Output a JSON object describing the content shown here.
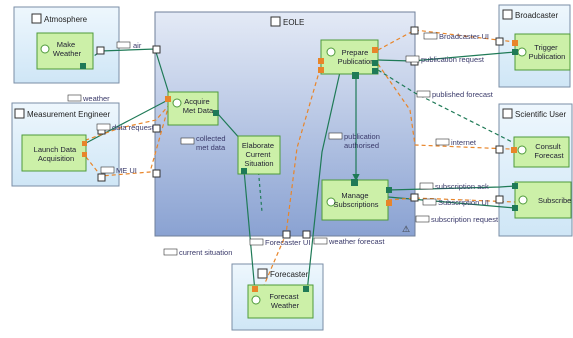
{
  "containers": {
    "atmosphere": "Atmosphere",
    "measurement_engineer": "Measurement Engineer",
    "eole": "EOLE",
    "broadcaster": "Broadcaster",
    "scientific_user": "Scientific User",
    "forecaster": "Forecaster"
  },
  "functions": {
    "make_weather": [
      "Make",
      "Weather"
    ],
    "launch_data_acquisition": [
      "Launch Data",
      "Acquisition"
    ],
    "acquire_met_data": [
      "Acquire",
      "Met Data"
    ],
    "elaborate_current_situation": [
      "Elaborate",
      "Current",
      "Situation"
    ],
    "prepare_publication": [
      "Prepare",
      "Publication"
    ],
    "manage_subscriptions": [
      "Manage",
      "Subscriptions"
    ],
    "trigger_publication": [
      "Trigger",
      "Publication"
    ],
    "consult_forecast": [
      "Consult",
      "Forecast"
    ],
    "subscribe": "Subscribe",
    "forecast_weather": [
      "Forecast",
      "Weather"
    ]
  },
  "exchanges": {
    "air": "air",
    "weather": "weather",
    "data_request": "data request",
    "me_ui": "ME UI",
    "collected_met_data": [
      "collected",
      "met data"
    ],
    "broadcaster_ui": "Broadcaster UI",
    "publication_request": "publication request",
    "published_forecast": "published forecast",
    "publication_authorised": [
      "publication",
      "authorised"
    ],
    "internet": "internet",
    "subscription_ack": "subscription ack",
    "subscription_ui": "Subscription UI",
    "subscription_request": "subscription request",
    "forecaster_ui": "Forecaster UI",
    "weather_forecast": "weather forecast",
    "current_situation": "current situation"
  },
  "colors": {
    "function_fill": "#ccf0a8",
    "function_border": "#4e9a3a",
    "actor_fill": "#dff0fb",
    "actor_border": "#7a8ea6",
    "system_top": "#e4eaf6",
    "system_bottom": "#8aa2d2",
    "flow_green": "#1f7a57",
    "flow_orange": "#e8852a",
    "exchange_label": "#3a3a6a"
  }
}
